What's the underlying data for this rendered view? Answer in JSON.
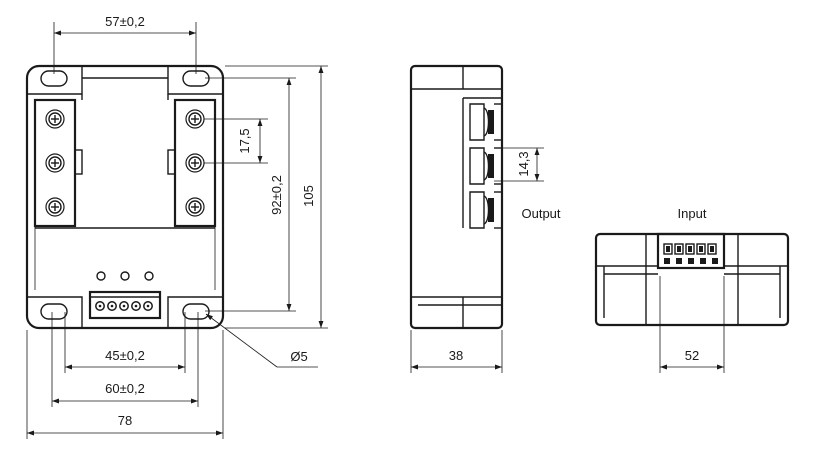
{
  "drawing": {
    "dim_mount_top": "57±0,2",
    "dim_pitch_terminal": "17,5",
    "dim_mount_height": "92±0,2",
    "dim_height_total": "105",
    "dim_mount_bottom_inner": "45±0,2",
    "dim_mount_bottom_outer": "60±0,2",
    "dim_width_total": "78",
    "dim_hole_diameter": "Ø5",
    "dim_depth": "38",
    "dim_side_pitch": "14,3",
    "label_output": "Output",
    "label_input": "Input",
    "dim_input_pitch": "52"
  },
  "colors": {
    "line": "#1a1a1a",
    "background": "#ffffff"
  }
}
